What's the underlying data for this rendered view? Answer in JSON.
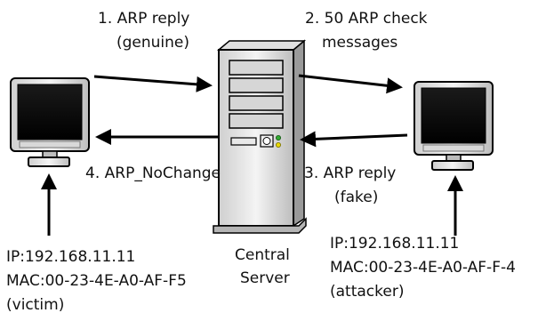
{
  "edges": {
    "step1": {
      "line1": "1. ARP reply",
      "line2": "(genuine)"
    },
    "step2": {
      "line1": "2. 50 ARP check",
      "line2": "messages"
    },
    "step3": {
      "line1": "3. ARP reply",
      "line2": "(fake)"
    },
    "step4": {
      "line1": "4. ARP_NoChange"
    }
  },
  "nodes": {
    "server": {
      "line1": "Central",
      "line2": "Server"
    },
    "victim": {
      "ip": "IP:192.168.11.11",
      "mac": "MAC:00-23-4E-A0-AF-F5",
      "role": "(victim)"
    },
    "attacker": {
      "ip": "IP:192.168.11.11",
      "mac": "MAC:00-23-4E-A0-AF-F-4",
      "role": "(attacker)"
    }
  },
  "colors": {
    "outline": "#000000",
    "screen": "#000000",
    "casing_light": "#ededed",
    "casing_mid": "#cfcfcf",
    "casing_dark": "#9a9a9a",
    "led_green": "#33aa33",
    "led_yellow": "#e8d800"
  },
  "icons": {
    "victim": "monitor-icon",
    "attacker": "monitor-icon",
    "server": "server-tower-icon"
  }
}
